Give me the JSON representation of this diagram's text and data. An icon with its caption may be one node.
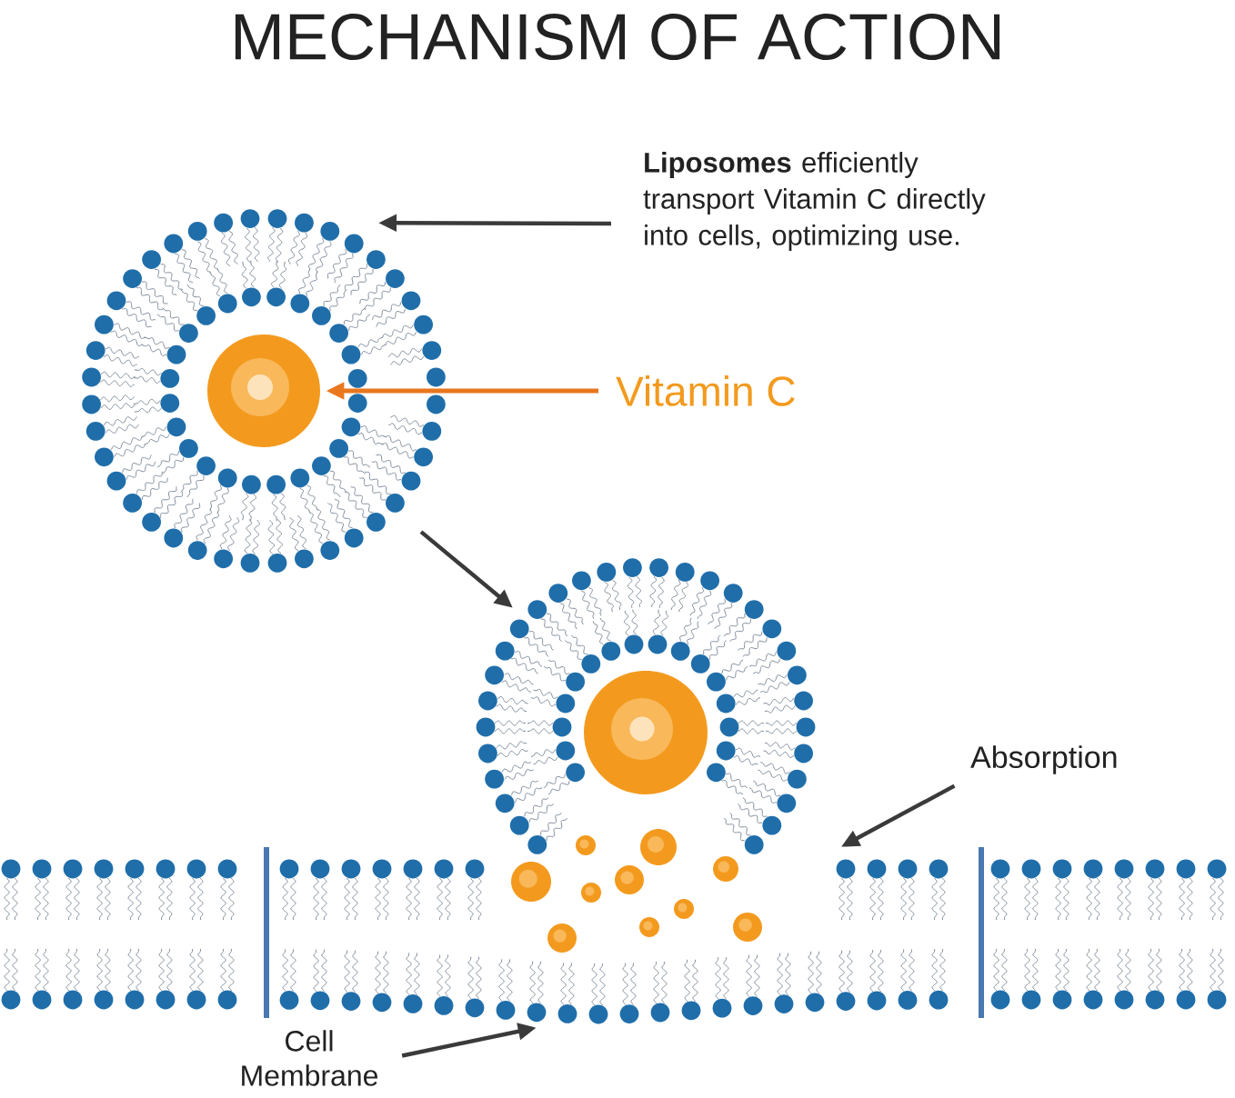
{
  "diagram": {
    "title": "MECHANISM OF ACTION",
    "nodes": [
      {
        "text": [
          "**Liposomes** efficiently transport Vitamin C directly into cells, optimizing use."
        ]
      },
      {
        "text": [],
        "shape": "picture"
      },
      {
        "text": [],
        "shape": "circle",
        "in": 1
      },
      {
        "text": [
          "Vitamin C"
        ]
      },
      {
        "text": [],
        "shape": "picture"
      },
      {
        "text": [
          "Absorption"
        ]
      },
      {
        "text": [],
        "shape": "picture"
      },
      {
        "text": [
          "Cell Membrane"
        ]
      }
    ],
    "edges": [
      {
        "from": 0,
        "to": 1,
        "arrow": "to"
      },
      {
        "from": 3,
        "to": 2,
        "arrow": "to",
        "color": "#e8771e"
      },
      {
        "from": 1,
        "to": 4,
        "arrow": "to"
      },
      {
        "from": 5,
        "to": 6,
        "arrow": "to"
      },
      {
        "from": 7,
        "to": 6,
        "arrow": "to"
      }
    ]
  }
}
